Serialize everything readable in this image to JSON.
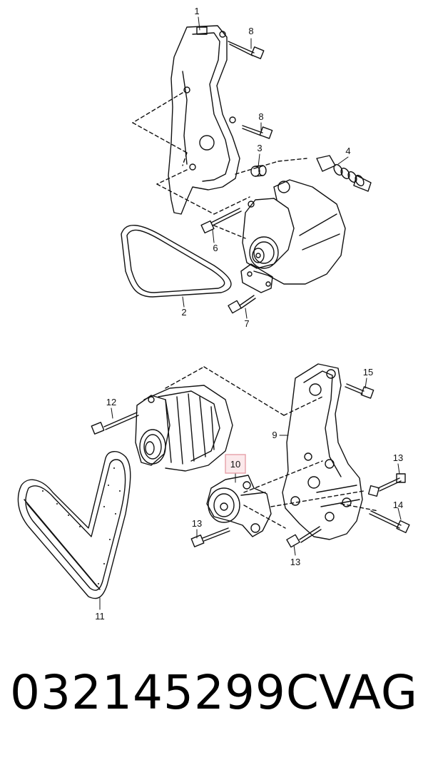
{
  "diagram": {
    "callouts_top": [
      "1",
      "8",
      "8",
      "3",
      "4",
      "6",
      "2",
      "7"
    ],
    "callouts_bottom": [
      "15",
      "12",
      "9",
      "10",
      "13",
      "13",
      "14",
      "13",
      "11"
    ],
    "highlighted_callout": "10",
    "highlight_color": "#e6a0a8",
    "line_color": "#111111"
  },
  "footer": {
    "part_number": "032145299C",
    "brand": "VAG"
  }
}
